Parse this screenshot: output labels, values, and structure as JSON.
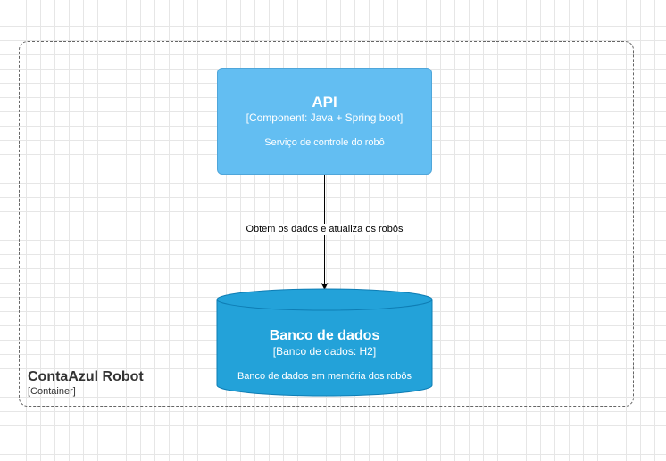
{
  "boundary": {
    "title": "ContaAzul Robot",
    "type": "[Container]"
  },
  "api": {
    "title": "API",
    "type": "[Component: Java + Spring boot]",
    "description": "Serviço de controle do robô"
  },
  "relation": {
    "label": "Obtem os dados e atualiza os robôs"
  },
  "database": {
    "title": "Banco de dados",
    "type": "[Banco de dados: H2]",
    "description": "Banco de dados em memória dos robôs"
  },
  "colors": {
    "component_fill": "#63bef2",
    "database_fill": "#23a2d9",
    "database_stroke": "#0e7db4",
    "boundary_stroke": "#666666",
    "arrow": "#000000"
  }
}
